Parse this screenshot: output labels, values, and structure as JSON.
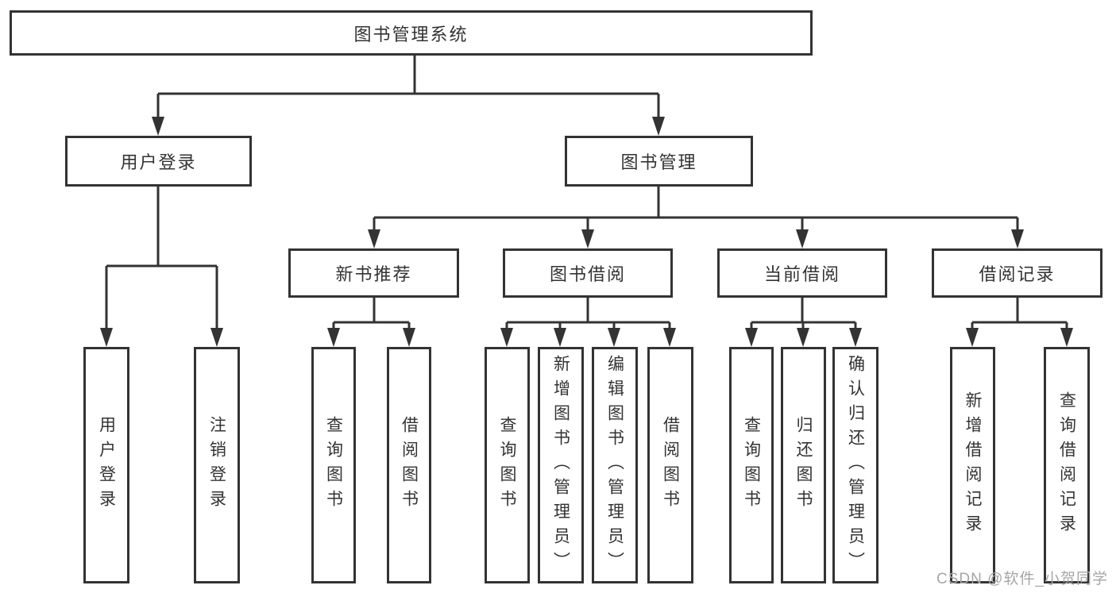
{
  "title": {
    "root": "图书管理系统"
  },
  "nodes": {
    "user_login": "用户登录",
    "book_mgmt": "图书管理",
    "new_book": "新书推荐",
    "book_borrow": "图书借阅",
    "current_borrow": "当前借阅",
    "borrow_record": "借阅记录"
  },
  "leaves": {
    "user_login": "用户登录",
    "logout": "注销登录",
    "query_book_newbook": "查询图书",
    "borrow_book_newbook": "借阅图书",
    "query_book_borrow": "查询图书",
    "add_book_admin": "新增图书（管理员）",
    "edit_book_admin": "编辑图书（管理员）",
    "borrow_book_borrow": "借阅图书",
    "query_book_current": "查询图书",
    "return_book": "归还图书",
    "confirm_return_admin": "确认归还（管理员）",
    "add_borrow_record": "新增借阅记录",
    "query_borrow_record": "查询借阅记录"
  },
  "watermark": "CSDN @软件_小贺同学",
  "colors": {
    "line": "#333333",
    "text": "#333333",
    "background": "#ffffff",
    "watermark": "#a6a6a6"
  }
}
